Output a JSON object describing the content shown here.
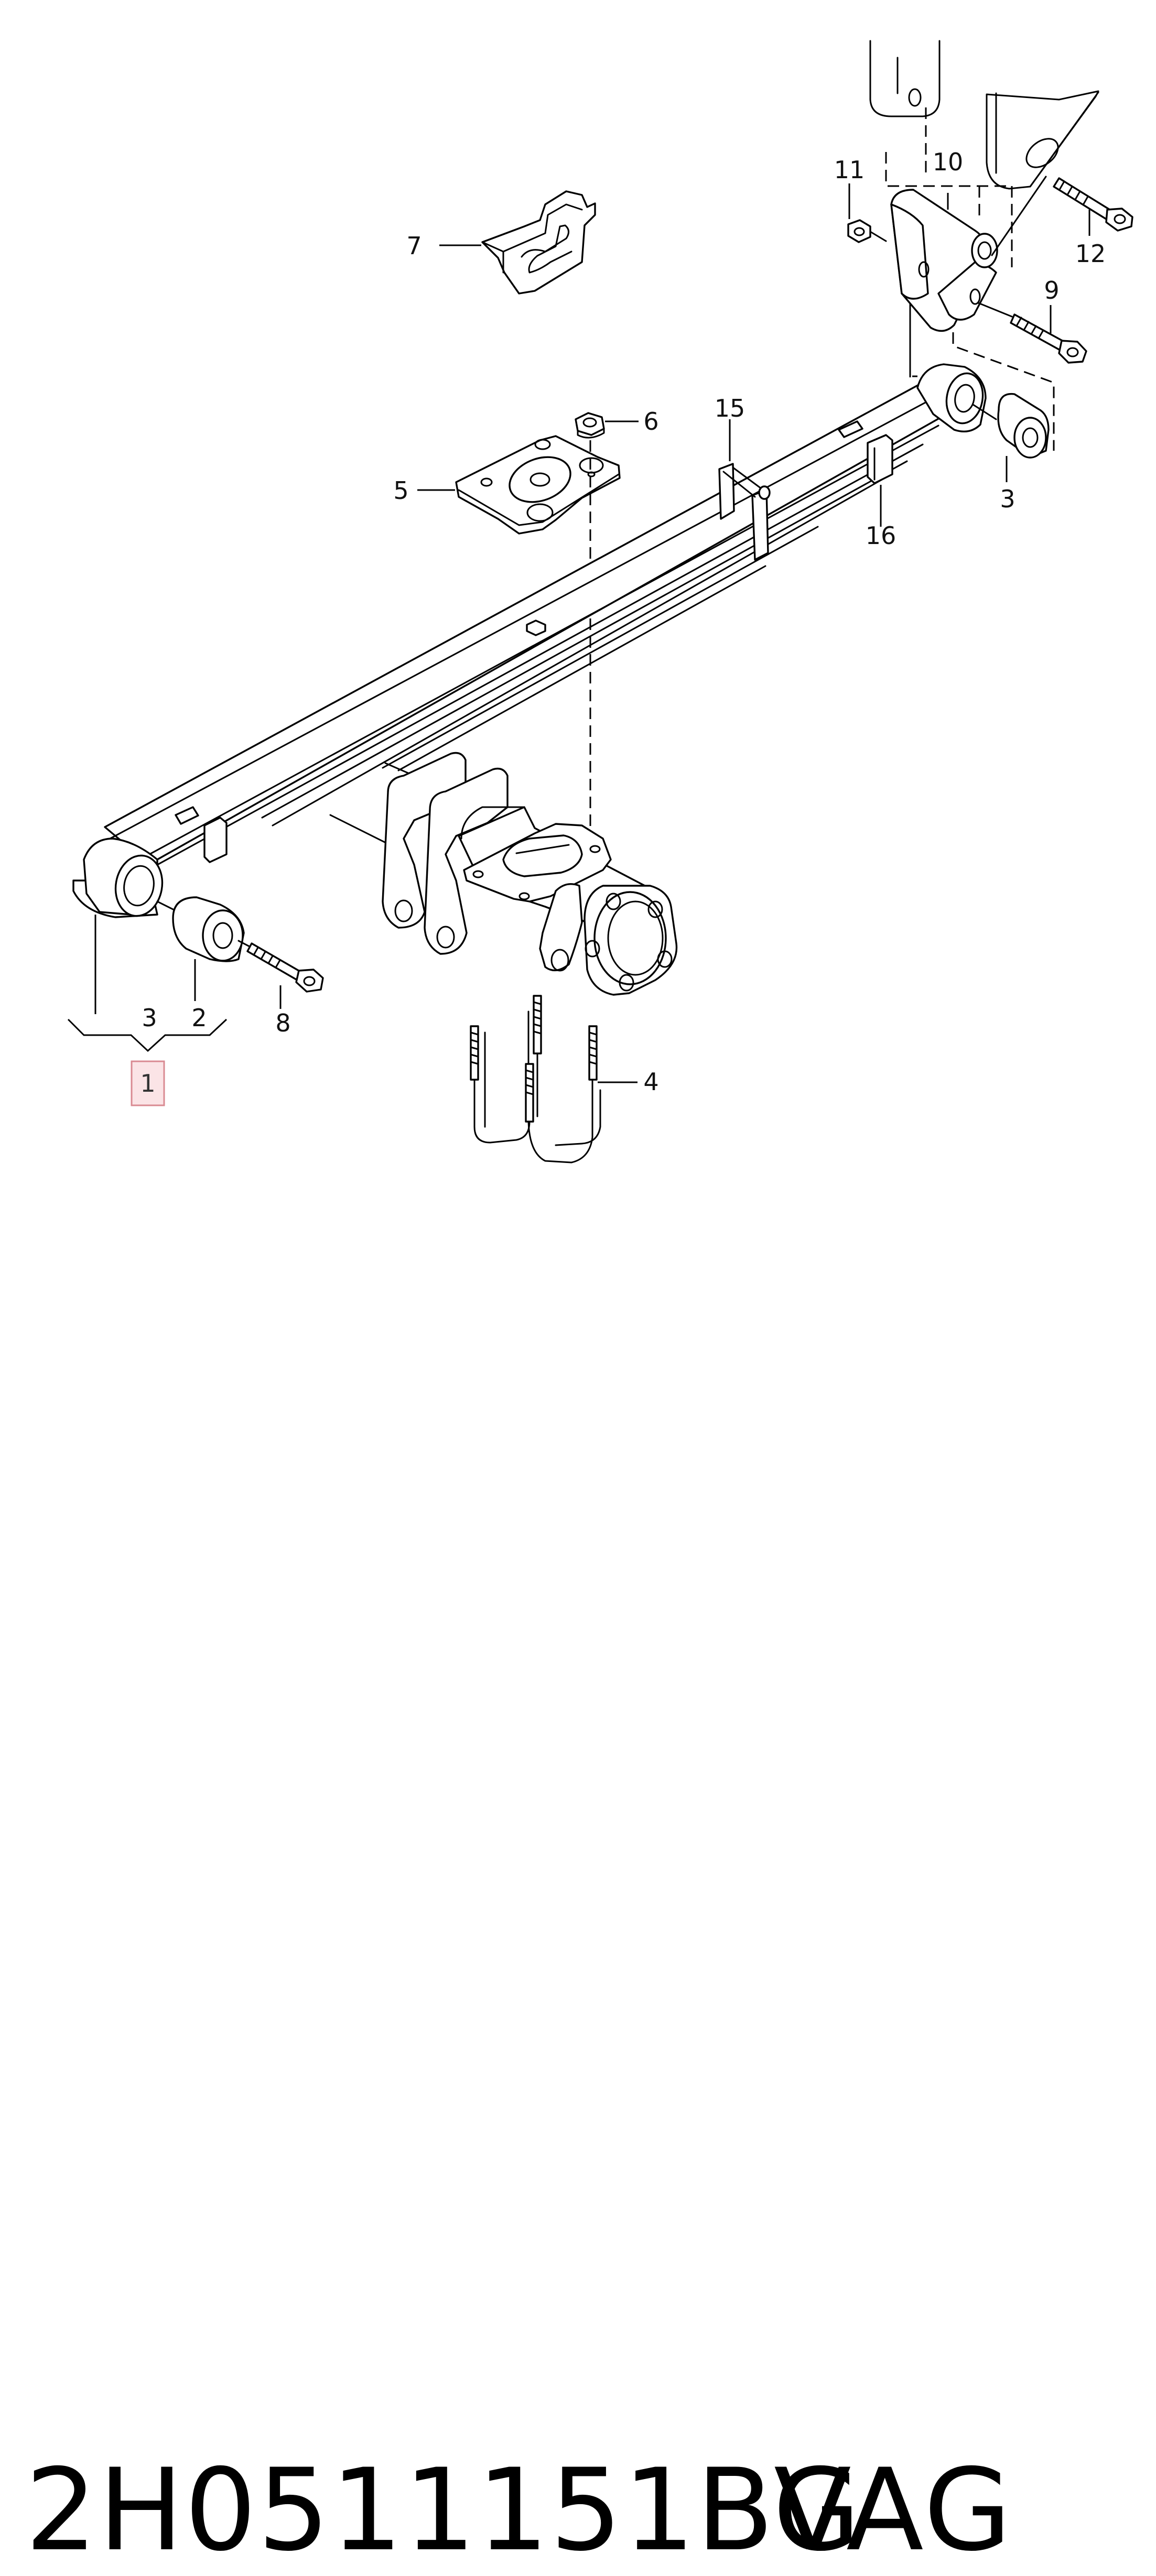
{
  "callouts": {
    "c1": "1",
    "c2": "2",
    "c3_left": "3",
    "c3_right": "3",
    "c4": "4",
    "c5": "5",
    "c6": "6",
    "c7": "7",
    "c8": "8",
    "c9": "9",
    "c10": "10",
    "c11": "11",
    "c12": "12",
    "c15": "15",
    "c16": "16"
  },
  "highlighted_callout": "1",
  "caption": {
    "part_number": "2H0511151BG",
    "brand": "VAG"
  }
}
